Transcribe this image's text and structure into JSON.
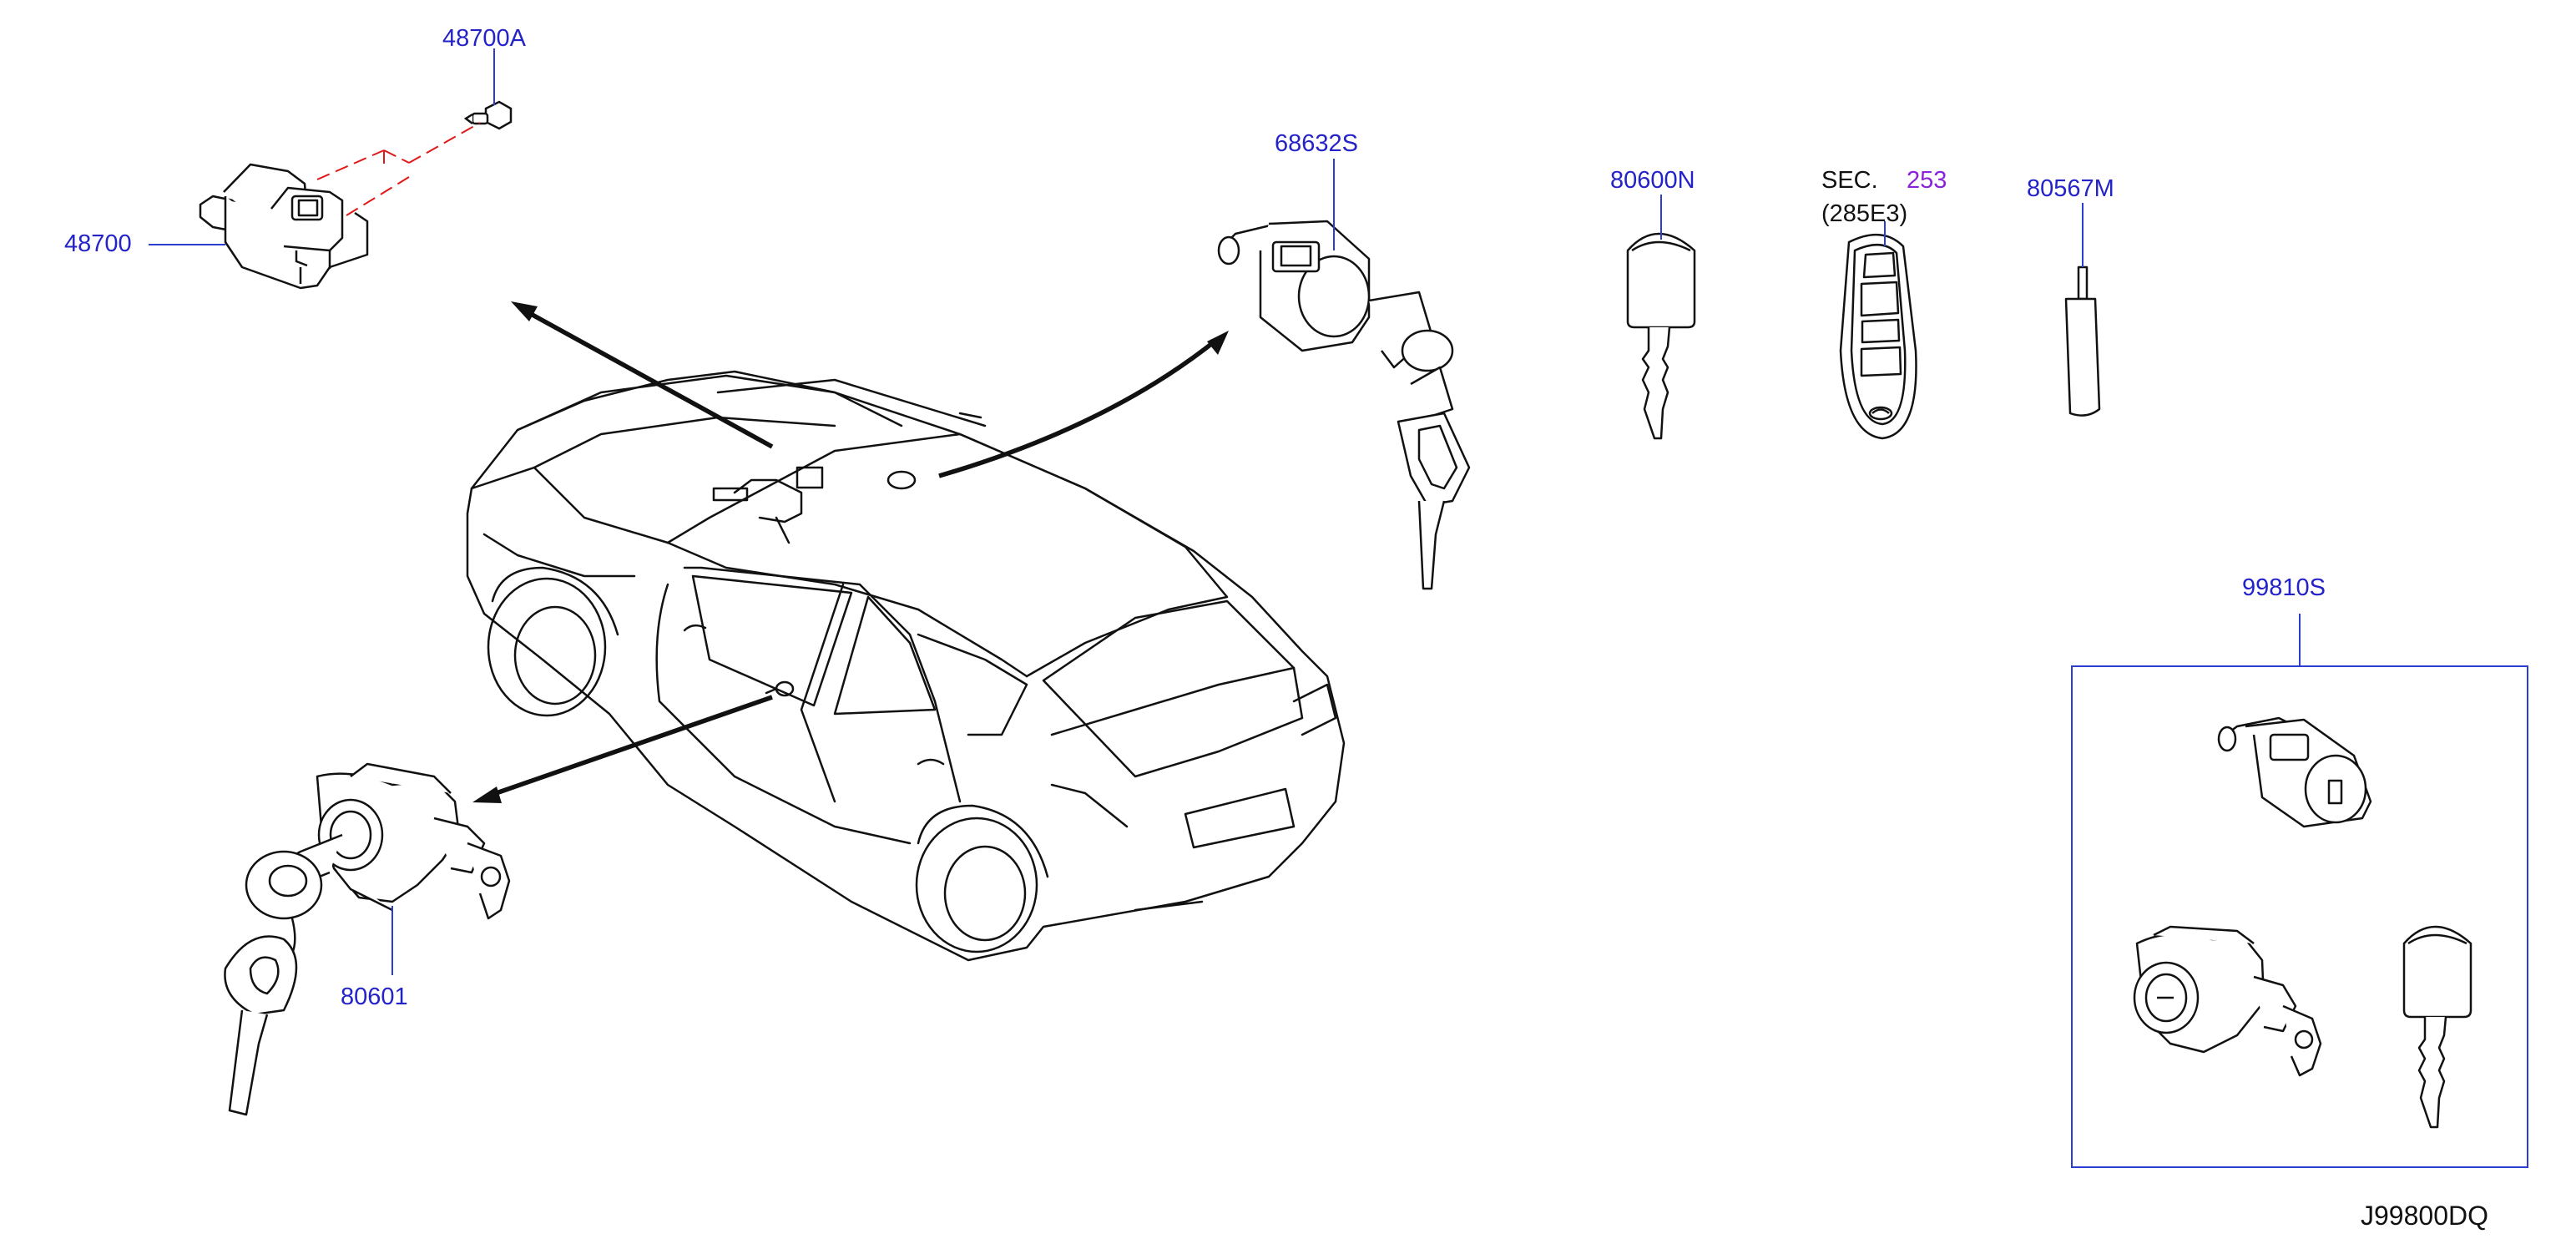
{
  "colors": {
    "part_number": "#2323c8",
    "section_ref": "#8a24d8",
    "text": "#111111",
    "leader": "#2b3ed0",
    "phantom": "#e01818",
    "drawing": "#111111"
  },
  "parts": {
    "p48700A": "48700A",
    "p48700": "48700",
    "p68632S": "68632S",
    "p80600N": "80600N",
    "p80567M": "80567M",
    "p99810S": "99810S",
    "p80601": "80601"
  },
  "sec": {
    "prefix": "SEC.",
    "number": "253",
    "sub": "(285E3)"
  },
  "diagram_id": "J99800DQ",
  "icons": [
    "bolt-icon",
    "control-unit-icon",
    "ignition-cylinder-icon",
    "key-blank-icon",
    "smart-key-fob-icon",
    "emergency-key-icon",
    "door-lock-cylinder-icon",
    "vehicle-icon",
    "kit-box-icon"
  ]
}
